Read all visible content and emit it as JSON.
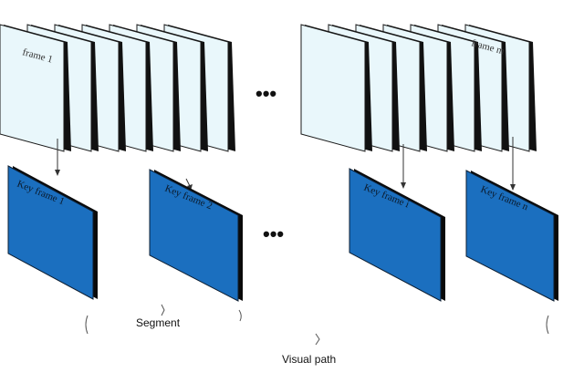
{
  "frames": {
    "first_label": "frame 1",
    "last_label": "frame m"
  },
  "key_frames": [
    {
      "label": "Key frame 1"
    },
    {
      "label": "Key frame 2"
    },
    {
      "label": "Key frame i"
    },
    {
      "label": "Key frame n"
    }
  ],
  "ellipsis": {
    "top": "•••",
    "bottom": "•••"
  },
  "captions": {
    "segment": "Segment",
    "visual_path": "Visual path"
  },
  "colors": {
    "frame_fill": "#e9f7fb",
    "key_frame_fill": "#1b6fbf"
  }
}
